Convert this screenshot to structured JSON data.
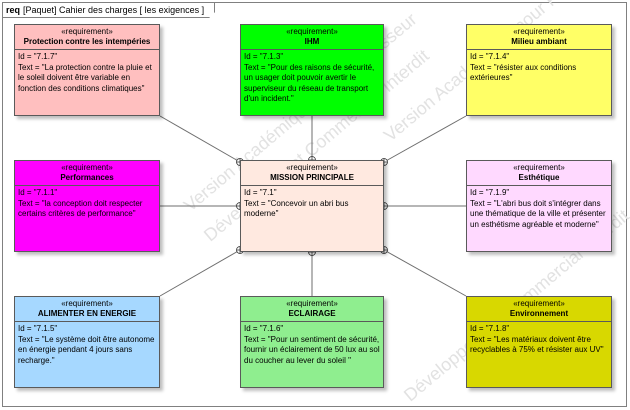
{
  "frame": {
    "keyword": "req",
    "title": "[Paquet] Cahier des charges [ les exigences ]"
  },
  "watermark": {
    "text1": "Version Académique pour Professeur",
    "text2": "Développement Commercial Interdit"
  },
  "requirements": {
    "intemperies": {
      "stereotype": "«requirement»",
      "name": "Protection contre les intempéries",
      "id": "Id = \"7.1.7\"",
      "text": "Text = \"La protection contre la pluie et le soleil doivent être variable en fonction des conditions climatiques\"",
      "color": "#ffbfbf"
    },
    "ihm": {
      "stereotype": "«requirement»",
      "name": "IHM",
      "id": "Id = \"7.1.3\"",
      "text": "Text = \"Pour des raisons de sécurité, un usager doit pouvoir avertir le superviseur du réseau de transport d'un incident.\"",
      "color": "#00ff00"
    },
    "milieu": {
      "stereotype": "«requirement»",
      "name": "Milieu ambiant",
      "id": "Id = \"7.1.4\"",
      "text": "Text = \"résister aux conditions extérieures\"",
      "color": "#ffff66"
    },
    "performances": {
      "stereotype": "«requirement»",
      "name": "Performances",
      "id": "Id = \"7.1.1\"",
      "text": "Text = \"la conception doit respecter certains critères de performance\"",
      "color": "#ff00ff"
    },
    "mission": {
      "stereotype": "«requirement»",
      "name": "MISSION PRINCIPALE",
      "id": "Id = \"7.1\"",
      "text": "Text = \"Concevoir un abri bus moderne\"",
      "color": "#ffe9e0"
    },
    "esthetique": {
      "stereotype": "«requirement»",
      "name": "Esthétique",
      "id": "Id = \"7.1.9\"",
      "text": "Text = \"L'abri bus doit s'intégrer dans une thématique de la ville et présenter un esthétisme agréable et moderne\"",
      "color": "#ffd9ff"
    },
    "energie": {
      "stereotype": "«requirement»",
      "name": "ALIMENTER EN ENERGIE",
      "id": "Id = \"7.1.5\"",
      "text": "Text = \"Le système doit être autonome en énergie pendant 4 jours sans recharge.\"",
      "color": "#a6d8ff"
    },
    "eclairage": {
      "stereotype": "«requirement»",
      "name": "ECLAIRAGE",
      "id": "Id = \"7.1.6\"",
      "text": "Text = \"Pour un sentiment de sécurité, fournir un éclairement de 50 lux au sol du coucher au lever du soleil \"",
      "color": "#8fee8f"
    },
    "environnement": {
      "stereotype": "«requirement»",
      "name": "Environnement",
      "id": "Id = \"7.1.8\"",
      "text": "Text = \"Les matériaux doivent être recyclables à 75% et résister aux UV\"",
      "color": "#d8d800"
    }
  }
}
